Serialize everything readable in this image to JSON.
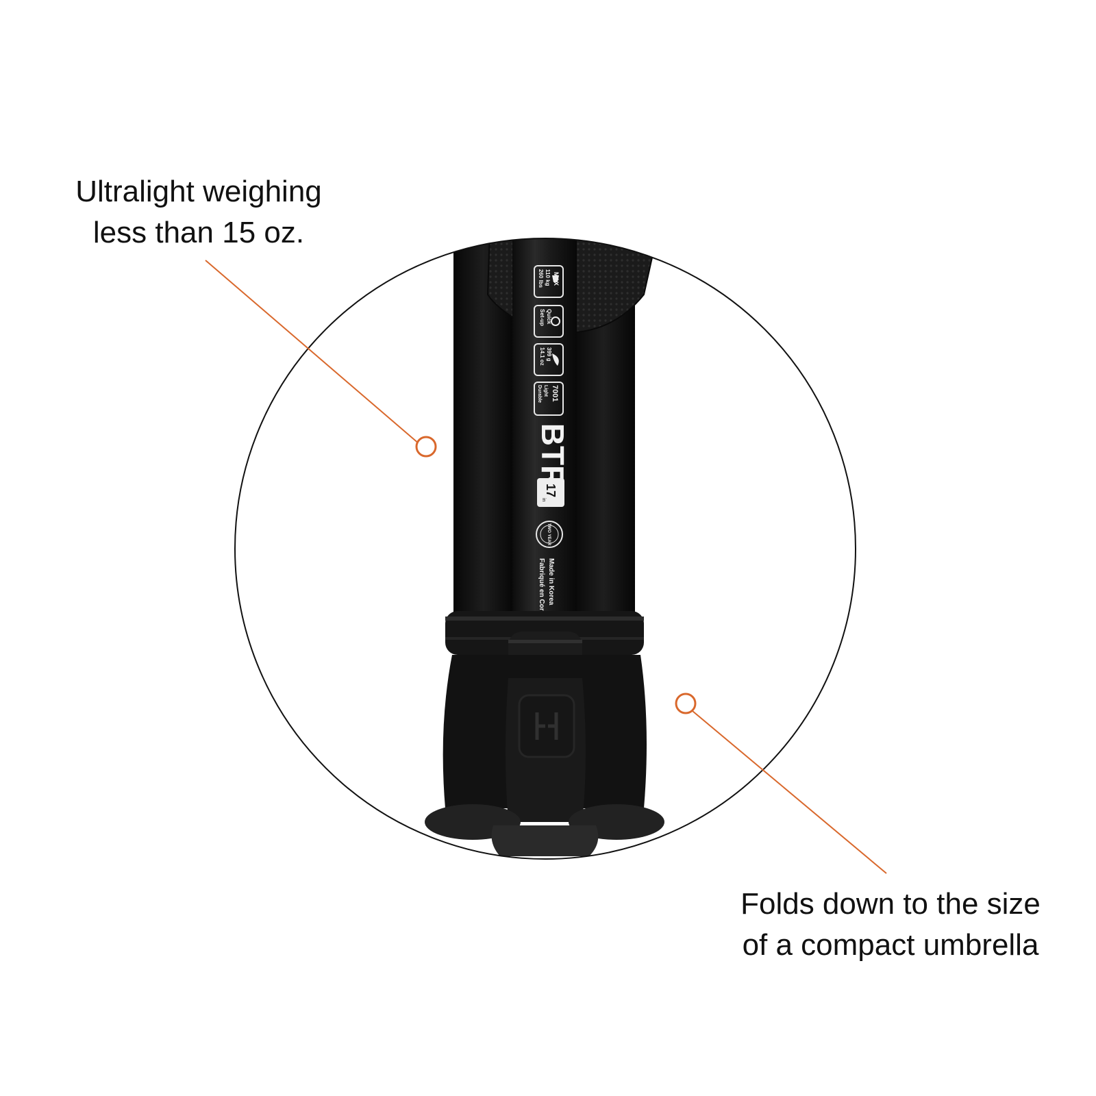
{
  "callouts": {
    "weight": {
      "line1": "Ultralight weighing",
      "line2": "less than 15 oz."
    },
    "fold": {
      "line1": "Folds down to the size",
      "line2": "of a compact umbrella"
    }
  },
  "colors": {
    "accent": "#d9682c",
    "circle_stroke": "#111111",
    "product_black": "#141414",
    "background": "#ffffff"
  },
  "product": {
    "brand_mark": "BTR",
    "size_badge": "17",
    "size_unit": "in",
    "badges": [
      {
        "line1": "MAX",
        "line2": "110 kg",
        "line3": "260 lbs"
      },
      {
        "line1": "Quick",
        "line2": "Set-up"
      },
      {
        "line1": "399 g",
        "line2": "14.1 oz"
      },
      {
        "line1": "7001",
        "line2": "Light",
        "line3": "Durable"
      }
    ],
    "origin_line1": "Made in Korea",
    "origin_line2": "Fabriqué en Corée",
    "warranty_text": "TWO YEAR"
  },
  "icons": [
    "weight-icon",
    "timer-icon",
    "feather-icon",
    "leaf-icon"
  ]
}
